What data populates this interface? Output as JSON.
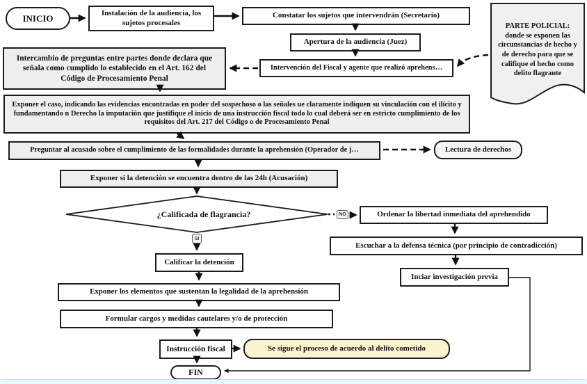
{
  "colors": {
    "border": "#1c1c1c",
    "gray_fill": "#efefef",
    "yellow_fill": "#faf3cf",
    "footer_bar": "#e9f7fb"
  },
  "flowchart": {
    "nodes": {
      "inicio": "INICIO",
      "instalacion": "Instalación de la audiencia, los sujetos procesales",
      "constatar": "Constatar los sujetos que intervendrán (Secretario)",
      "apertura": "Apertura de la audiencia (Juez)",
      "intervencion": "Intervención del Fiscal y agente que realizó aprehens…",
      "intercambio": "Intercambio de preguntas entre partes donde declara que señala como cumplido lo establecido en el Art. 162 del Código de Procesamiento Penal",
      "exponer_caso": "Exponer el caso, indicando las evidencias encontradas en poder del sospechoso o las señales ue claramente indiquen su vinculación con el ilícito y fundamentando n Derecho la imputación que justifique el inicio de una instrucción fiscal todo lo cual deberá ser en estricto cumplimiento de los requisitos del Art. 217 del Código o de Procesamiento Penal",
      "preguntar": "Preguntar al acusado sobre el cumplimiento de las formalidades durante la aprehensión (Operador de j…",
      "lectura": "Lectura de derechos",
      "exponer_24h": "Exponer si la detención se encuentra dentro de las 24h (Acusación)",
      "decision": "¿Calificada de flagrancia?",
      "ordenar": "Ordenar la libertad inmediata del aprehendido",
      "escuchar": "Escuchar a la defensa técnica (por principio de contradicción)",
      "inciar": "Inciar investigación previa",
      "calificar": "Calificar la detención",
      "exponer_elementos": "Exponer los elementos que sustentan la legalidad de la aprehensión",
      "formular": "Formular cargos y medidas cautelares y/o de protección",
      "instruccion": "Instrucción fiscal",
      "se_sigue": "Se sigue el proceso de acuerdo al delito cometido",
      "fin": "FIN"
    },
    "parte_policial": {
      "title": "PARTE POLICIAL:",
      "body": "donde se exponen las circunstancias de hecho y de derecho para que se califique el hecho como delito flagrante"
    },
    "decision_labels": {
      "si": "SI",
      "no": "NO"
    }
  }
}
